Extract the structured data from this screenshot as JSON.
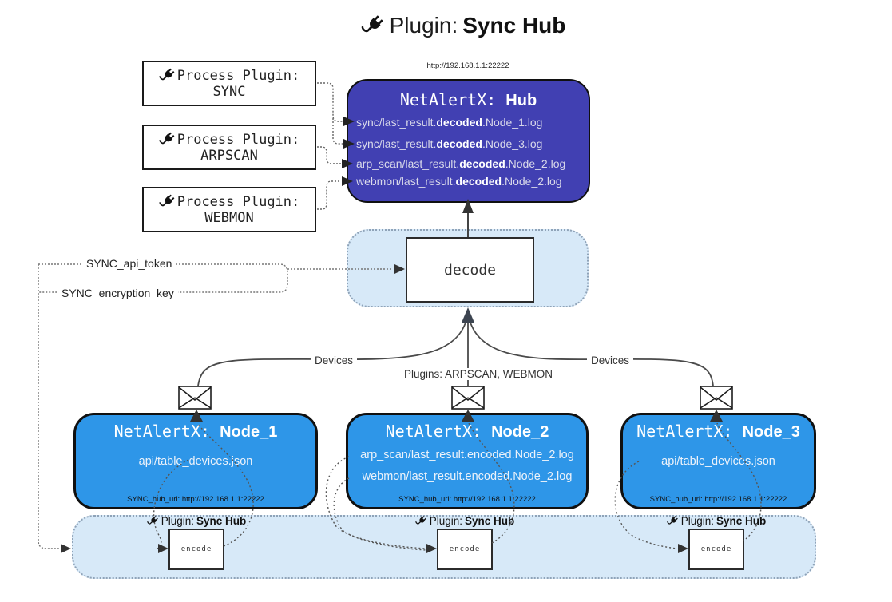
{
  "title": {
    "prefix": "Plugin: ",
    "bold": "Sync Hub"
  },
  "process_plugins": [
    {
      "label": "Process Plugin:",
      "name": "SYNC"
    },
    {
      "label": "Process Plugin:",
      "name": "ARPSCAN"
    },
    {
      "label": "Process Plugin:",
      "name": "WEBMON"
    }
  ],
  "hub": {
    "url": "http://192.168.1.1:22222",
    "title_prefix": "NetAlertX: ",
    "title_bold": "Hub",
    "logs": [
      {
        "pre": "sync/last_result.",
        "bold": "decoded",
        "post": ".Node_1.log"
      },
      {
        "pre": "sync/last_result.",
        "bold": "decoded",
        "post": ".Node_3.log"
      },
      {
        "pre": "arp_scan/last_result.",
        "bold": "decoded",
        "post": ".Node_2.log"
      },
      {
        "pre": "webmon/last_result.",
        "bold": "decoded",
        "post": ".Node_2.log"
      }
    ]
  },
  "decode": {
    "label": "decode"
  },
  "secrets": {
    "api_token": "SYNC_api_token",
    "encryption_key": "SYNC_encryption_key"
  },
  "edges": {
    "devices_left": "Devices",
    "plugins_middle": "Plugins: ARPSCAN, WEBMON",
    "devices_right": "Devices"
  },
  "nodes": [
    {
      "title_prefix": "NetAlertX: ",
      "title_bold": "Node_1",
      "files": [
        "api/table_devices.json"
      ],
      "hub_url": "SYNC_hub_url: http://192.168.1.1:22222"
    },
    {
      "title_prefix": "NetAlertX: ",
      "title_bold": "Node_2",
      "files": [
        "arp_scan/last_result.encoded.Node_2.log",
        "webmon/last_result.encoded.Node_2.log"
      ],
      "hub_url": "SYNC_hub_url: http://192.168.1.1:22222"
    },
    {
      "title_prefix": "NetAlertX: ",
      "title_bold": "Node_3",
      "files": [
        "api/table_devices.json"
      ],
      "hub_url": "SYNC_hub_url: http://192.168.1.1:22222"
    }
  ],
  "encoders": [
    {
      "prefix": "Plugin: ",
      "bold": "Sync Hub",
      "box": "encode"
    },
    {
      "prefix": "Plugin: ",
      "bold": "Sync Hub",
      "box": "encode"
    },
    {
      "prefix": "Plugin: ",
      "bold": "Sync Hub",
      "box": "encode"
    }
  ],
  "colors": {
    "hub_bg": "#4140B2",
    "node_bg": "#2E96E8",
    "band_bg": "#D7E9F8",
    "band_border": "#8FA3B8",
    "wire": "#4a4a4a",
    "dotted_wire": "#666666"
  }
}
